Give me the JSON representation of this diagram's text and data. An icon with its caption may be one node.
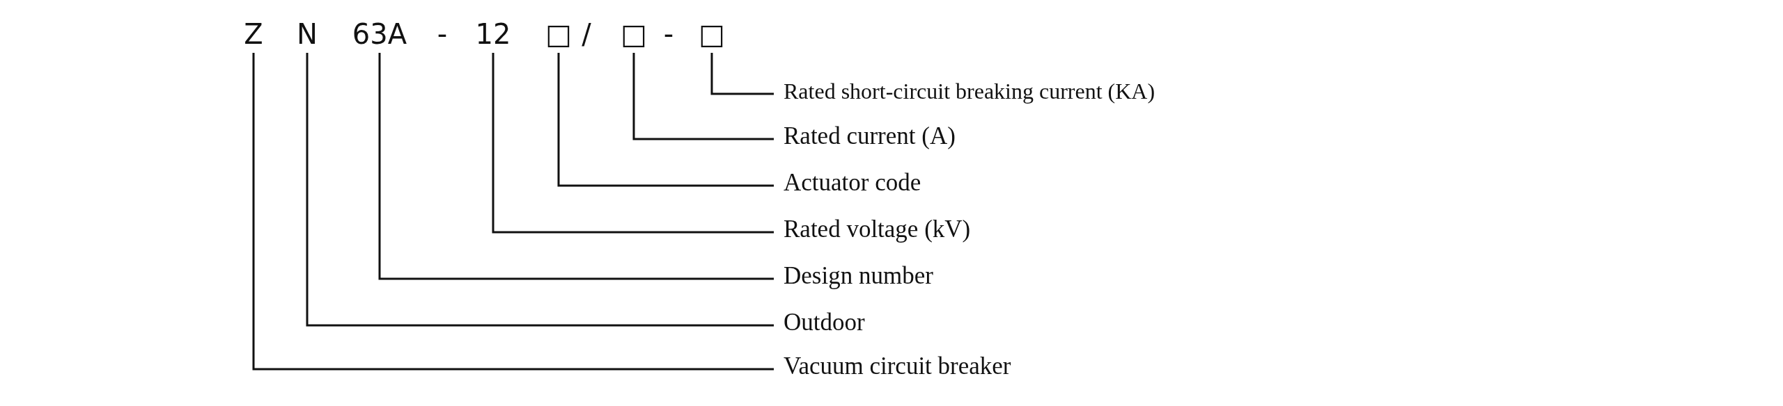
{
  "diagram": {
    "nodes": [
      {
        "text": [
          "Z"
        ]
      },
      {
        "text": [
          "N"
        ]
      },
      {
        "text": [
          "63A"
        ]
      },
      {
        "text": [
          "12"
        ]
      },
      {
        "text": [
          "□"
        ]
      },
      {
        "text": [
          "□"
        ]
      },
      {
        "text": [
          "□"
        ]
      },
      {
        "text": [
          "Rated short-circuit breaking current (KA)"
        ]
      },
      {
        "text": [
          "Rated current (A)"
        ]
      },
      {
        "text": [
          "Actuator code"
        ]
      },
      {
        "text": [
          "Rated voltage (kV)"
        ]
      },
      {
        "text": [
          "Design number"
        ]
      },
      {
        "text": [
          "Outdoor"
        ]
      },
      {
        "text": [
          "Vacuum circuit breaker"
        ]
      }
    ],
    "edges": [
      {
        "from": 0,
        "to": 13,
        "arrow": "none"
      },
      {
        "from": 1,
        "to": 12,
        "arrow": "none"
      },
      {
        "from": 2,
        "to": 11,
        "arrow": "none"
      },
      {
        "from": 3,
        "to": 10,
        "arrow": "none"
      },
      {
        "from": 4,
        "to": 9,
        "arrow": "none"
      },
      {
        "from": 5,
        "to": 8,
        "arrow": "none"
      },
      {
        "from": 6,
        "to": 7,
        "arrow": "none"
      }
    ],
    "labels": [
      "-",
      "/",
      "-"
    ]
  }
}
